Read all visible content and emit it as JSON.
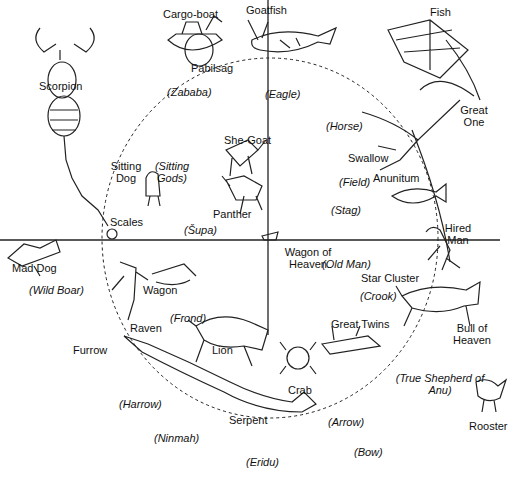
{
  "diagram": {
    "labels": [
      "Cargo-boat",
      "Goatfish",
      "Fish",
      "Pabilsag",
      "Scorpion",
      "(Zababa)",
      "(Eagle)",
      "Great One",
      "(Horse)",
      "She-Goat",
      "Swallow",
      "Sitting Dog",
      "(Sitting Gods)",
      "(Field)",
      "Anunitum",
      "Panther",
      "(Stag)",
      "Scales",
      "(Šupa)",
      "Hired Man",
      "Wagon of Heaven",
      "Mad Dog",
      "(Old Man)",
      "Star Cluster",
      "(Wild Boar)",
      "Wagon",
      "(Crook)",
      "(Frond)",
      "Great Twins",
      "Raven",
      "Bull of Heaven",
      "Furrow",
      "Lion",
      "(True Shepherd of Anu)",
      "Crab",
      "(Harrow)",
      "Rooster",
      "Serpent",
      "(Arrow)",
      "(Ninmah)",
      "(Bow)",
      "(Eridu)"
    ]
  }
}
